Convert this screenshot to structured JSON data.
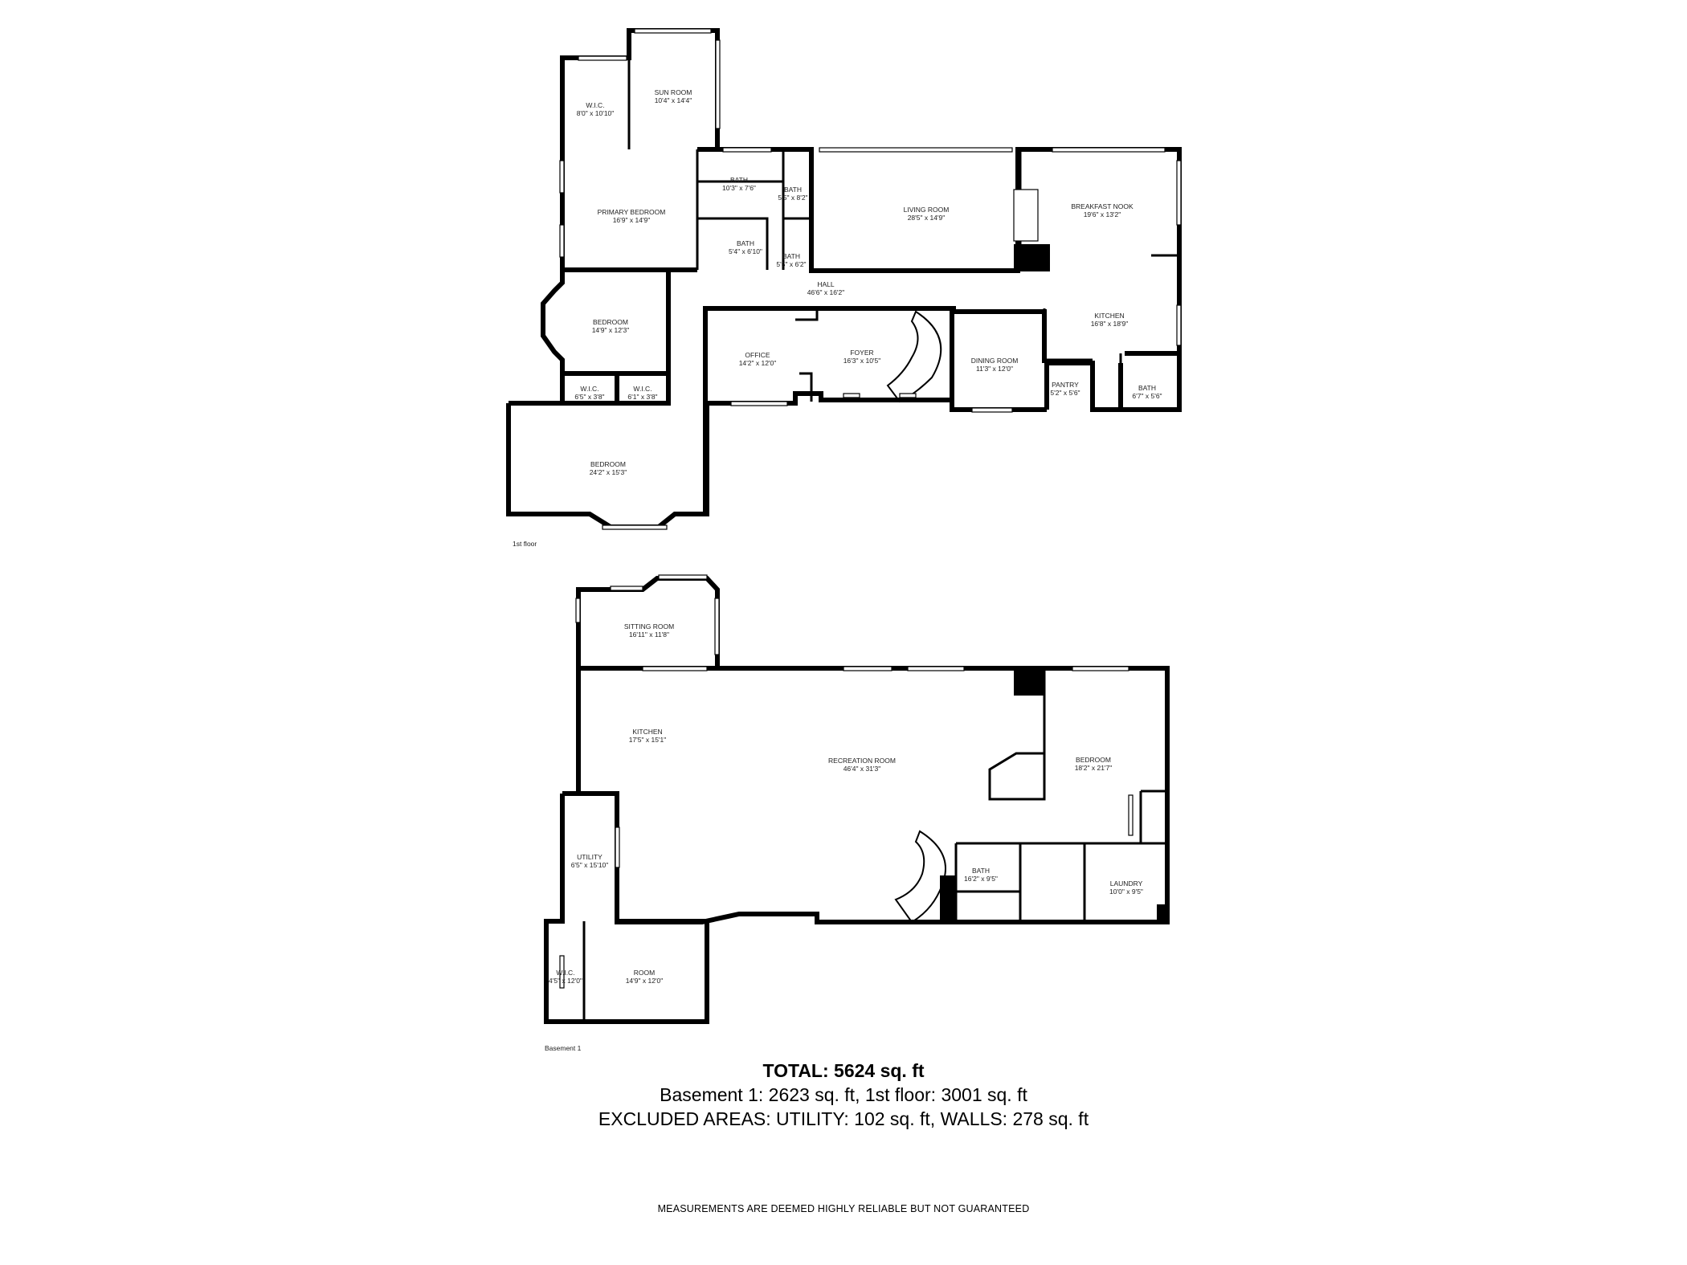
{
  "floors": {
    "first": {
      "label": "1st floor",
      "rooms": [
        {
          "key": "wic_top",
          "name": "W.I.C.",
          "dims": "8'0\" x 10'10\""
        },
        {
          "key": "sun_room",
          "name": "SUN ROOM",
          "dims": "10'4\" x 14'4\""
        },
        {
          "key": "primary_bedroom",
          "name": "PRIMARY BEDROOM",
          "dims": "16'9\" x 14'9\""
        },
        {
          "key": "bath_1",
          "name": "BATH",
          "dims": "10'3\" x 7'6\""
        },
        {
          "key": "bath_2",
          "name": "BATH",
          "dims": "5'5\" x 8'2\""
        },
        {
          "key": "bath_3",
          "name": "BATH",
          "dims": "5'4\" x 6'10\""
        },
        {
          "key": "bath_4",
          "name": "BATH",
          "dims": "5'5\" x 6'2\""
        },
        {
          "key": "living_room",
          "name": "LIVING ROOM",
          "dims": "28'5\" x 14'9\""
        },
        {
          "key": "breakfast_nook",
          "name": "BREAKFAST NOOK",
          "dims": "19'6\" x 13'2\""
        },
        {
          "key": "hall",
          "name": "HALL",
          "dims": "46'6\" x 16'2\""
        },
        {
          "key": "kitchen",
          "name": "KITCHEN",
          "dims": "16'8\" x 18'9\""
        },
        {
          "key": "bedroom_1",
          "name": "BEDROOM",
          "dims": "14'9\" x 12'3\""
        },
        {
          "key": "office",
          "name": "OFFICE",
          "dims": "14'2\" x 12'0\""
        },
        {
          "key": "foyer",
          "name": "FOYER",
          "dims": "16'3\" x 10'5\""
        },
        {
          "key": "dining_room",
          "name": "DINING ROOM",
          "dims": "11'3\" x 12'0\""
        },
        {
          "key": "pantry",
          "name": "PANTRY",
          "dims": "5'2\" x 5'6\""
        },
        {
          "key": "bath_5",
          "name": "BATH",
          "dims": "6'7\" x 5'6\""
        },
        {
          "key": "wic_a",
          "name": "W.I.C.",
          "dims": "6'5\" x 3'8\""
        },
        {
          "key": "wic_b",
          "name": "W.I.C.",
          "dims": "6'1\" x 3'8\""
        },
        {
          "key": "bedroom_2",
          "name": "BEDROOM",
          "dims": "24'2\" x 15'3\""
        }
      ]
    },
    "basement": {
      "label": "Basement 1",
      "rooms": [
        {
          "key": "sitting_room",
          "name": "SITTING ROOM",
          "dims": "16'11\" x 11'8\""
        },
        {
          "key": "kitchen_b",
          "name": "KITCHEN",
          "dims": "17'5\" x 15'1\""
        },
        {
          "key": "recreation_room",
          "name": "RECREATION ROOM",
          "dims": "46'4\" x 31'3\""
        },
        {
          "key": "bedroom_b",
          "name": "BEDROOM",
          "dims": "18'2\" x 21'7\""
        },
        {
          "key": "utility",
          "name": "UTILITY",
          "dims": "6'5\" x 15'10\""
        },
        {
          "key": "bath_b",
          "name": "BATH",
          "dims": "16'2\" x 9'5\""
        },
        {
          "key": "laundry",
          "name": "LAUNDRY",
          "dims": "10'0\" x 9'5\""
        },
        {
          "key": "wic_b2",
          "name": "W.I.C.",
          "dims": "4'5\" x 12'0\""
        },
        {
          "key": "room_b",
          "name": "ROOM",
          "dims": "14'9\" x 12'0\""
        }
      ]
    }
  },
  "summary": {
    "total": "TOTAL: 5624 sq. ft",
    "breakdown": "Basement 1: 2623 sq. ft, 1st floor: 3001 sq. ft",
    "excluded": "EXCLUDED AREAS: UTILITY: 102 sq. ft, WALLS: 278 sq. ft"
  },
  "disclaimer": "MEASUREMENTS ARE DEEMED HIGHLY RELIABLE BUT NOT GUARANTEED"
}
